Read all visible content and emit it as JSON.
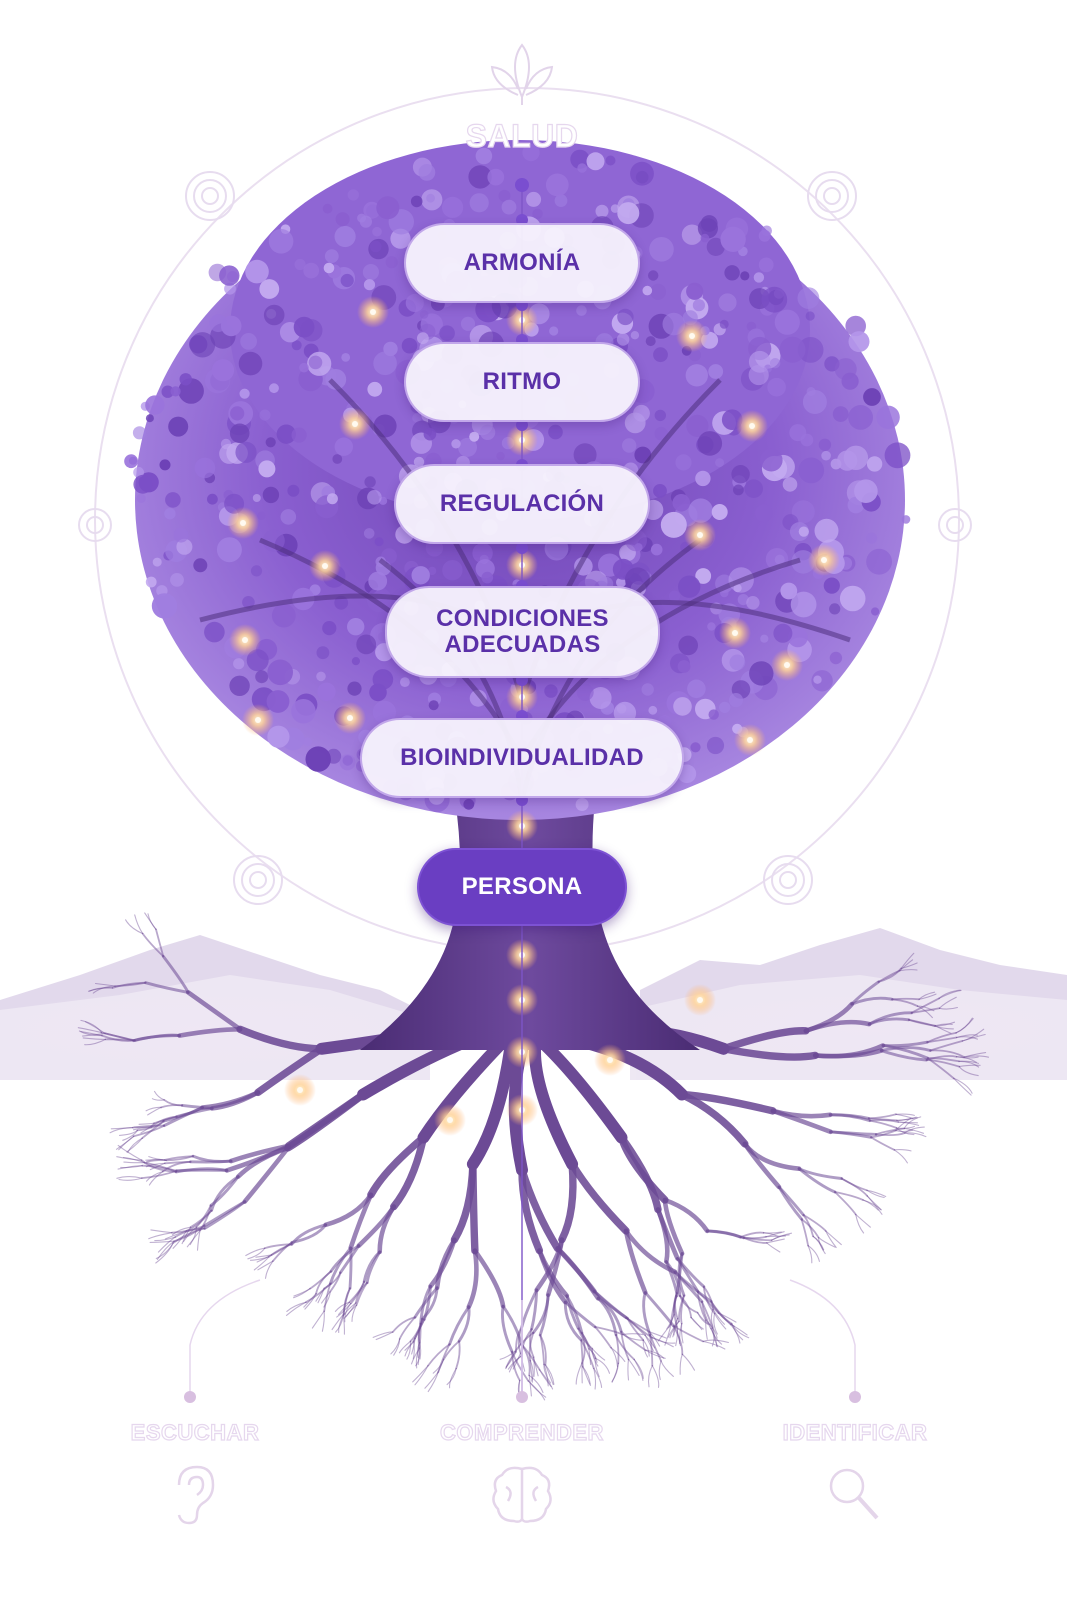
{
  "top_label": "SALUD",
  "stack": [
    {
      "label": "ARMONÍA"
    },
    {
      "label": "RITMO"
    },
    {
      "label": "REGULACIÓN"
    },
    {
      "label": "CONDICIONES\nADECUADAS"
    },
    {
      "label": "BIOINDIVIDUALIDAD"
    }
  ],
  "root_label": "PERSONA",
  "bottom_labels": [
    "ESCUCHAR",
    "COMPRENDER",
    "IDENTIFICAR"
  ],
  "icons": {
    "top": "leaf-icon",
    "bottom": [
      "ear-icon",
      "brain-icon",
      "magnifier-icon"
    ],
    "ring": "ripple-icon"
  },
  "colors": {
    "primary": "#5a30a8",
    "root_fill": "#6a3ec2",
    "pill_fill": "#f6f1fc",
    "foliage": "#8a5fd0",
    "trunk": "#5d3a8c",
    "faint": "#e6d7ee"
  }
}
